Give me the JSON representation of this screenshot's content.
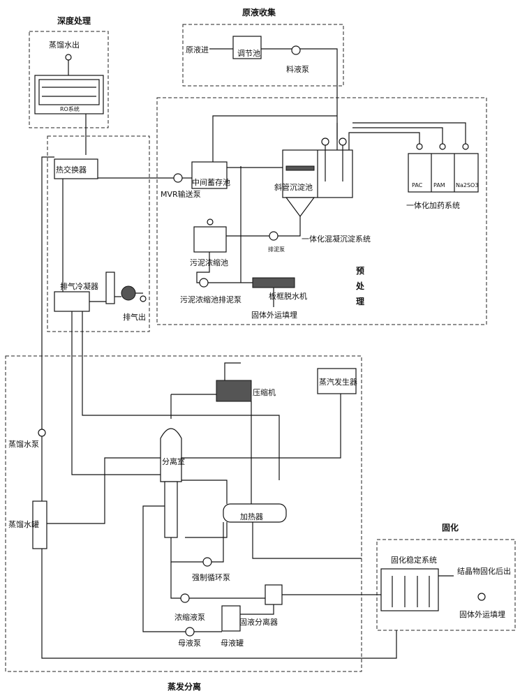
{
  "sections": {
    "depth_treatment": "深度处理",
    "raw_collection": "原液收集",
    "pretreatment": "预处理",
    "evaporation": "蒸发分离",
    "solidification": "固化"
  },
  "labels": {
    "distilled_out": "蒸馏水出",
    "ro_system": "RO系统",
    "raw_in": "原液进",
    "regulating_tank": "调节池",
    "feed_pump": "料液泵",
    "heat_exchanger": "热交换器",
    "mvr_pump": "MVR输送泵",
    "intermediate_tank": "中间蓄存池",
    "inclined_tube": "斜管沉淀池",
    "pac": "PAC",
    "pam": "PAM",
    "na2so3": "Na2SO3",
    "dosing_system": "一体化加药系统",
    "coag_system": "一体化混凝沉淀系统",
    "sludge_thickener": "污泥浓缩池",
    "sludge_pump": "排泥泵",
    "sludge_feed_pump": "污泥浓缩池排泥泵",
    "plate_filter": "板框脱水机",
    "solid_out": "固体外运填埋",
    "exhaust_condenser": "排气冷凝器",
    "exhaust_out": "排气出",
    "compressor": "压缩机",
    "steam_generator": "蒸汽发生器",
    "separator": "分离室",
    "heater": "加热器",
    "distilled_pump": "蒸馏水泵",
    "distilled_tank": "蒸馏水罐",
    "forced_pump": "强制循环泵",
    "concentrate_pump": "浓缩液泵",
    "solid_liquid_sep": "固液分离器",
    "mother_pump": "母液泵",
    "mother_tank": "母液罐",
    "solidify_system": "固化稳定系统",
    "crystal_out": "结晶物固化后出",
    "solid_landfill": "固体外运填埋"
  }
}
